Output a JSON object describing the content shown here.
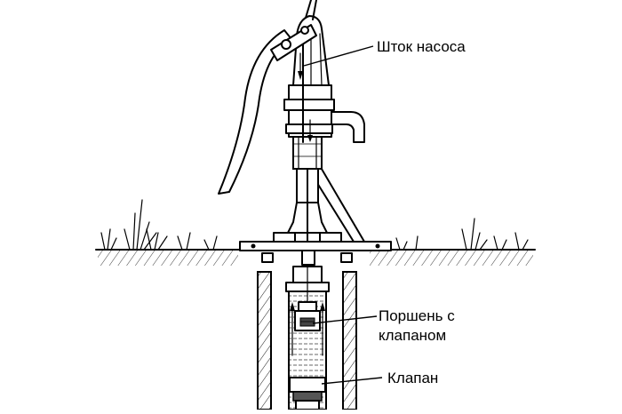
{
  "labels": {
    "rod": "Шток насоса",
    "piston_line1": "Поршень с",
    "piston_line2": "клапаном",
    "valve": "Клапан"
  }
}
